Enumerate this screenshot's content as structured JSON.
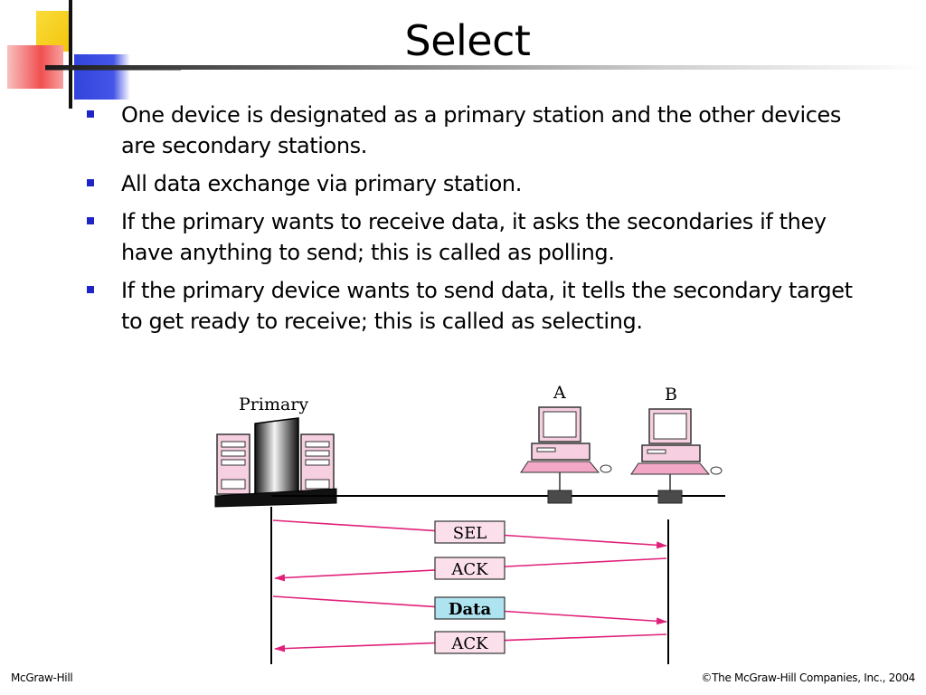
{
  "slide": {
    "title": "Select",
    "bullets": [
      "One device is designated as a primary station and the other devices are secondary stations.",
      "All data exchange via primary station.",
      "If the primary wants to receive data, it asks the secondaries if they have anything to send; this is called as polling.",
      "If the primary device wants to send data, it tells the secondary target to get ready to receive; this is called as selecting."
    ]
  },
  "diagram": {
    "primary_label": "Primary",
    "station_a_label": "A",
    "station_b_label": "B",
    "frames": [
      {
        "label": "SEL",
        "direction": "primary-to-b",
        "fill": "#fbe0ec"
      },
      {
        "label": "ACK",
        "direction": "b-to-primary",
        "fill": "#fbe0ec"
      },
      {
        "label": "Data",
        "direction": "primary-to-b",
        "fill": "#aee3f0"
      },
      {
        "label": "ACK",
        "direction": "b-to-primary",
        "fill": "#fbe0ec"
      }
    ],
    "arrow_color": "#e0207a"
  },
  "footer": {
    "left": "McGraw-Hill",
    "right": "©The McGraw-Hill Companies, Inc., 2004"
  },
  "colors": {
    "bullet": "#1f24c8",
    "accent_yellow": "#f7d21a",
    "accent_red": "#f05a5a",
    "accent_blue": "#3a4be0"
  }
}
